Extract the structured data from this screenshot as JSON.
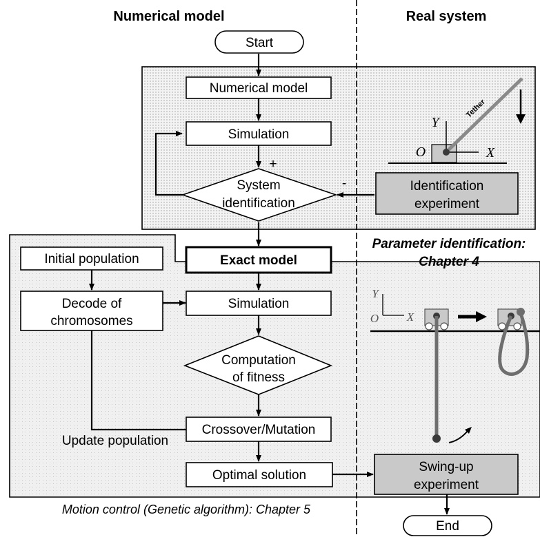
{
  "headers": {
    "left": "Numerical model",
    "right": "Real system"
  },
  "nodes": {
    "start": "Start",
    "numerical_model": "Numerical model",
    "simulation_top": "Simulation",
    "system_identification": [
      "System",
      "identification"
    ],
    "identification_experiment": [
      "Identification",
      "experiment"
    ],
    "exact_model": "Exact model",
    "initial_population": "Initial population",
    "decode_of_chromosomes": [
      "Decode of",
      "chromosomes"
    ],
    "simulation_bottom": "Simulation",
    "computation_of_fitness": [
      "Computation",
      "of fitness"
    ],
    "crossover_mutation": "Crossover/Mutation",
    "optimal_solution": "Optimal solution",
    "swing_up_experiment": [
      "Swing-up",
      "experiment"
    ],
    "end": "End"
  },
  "signs": {
    "plus": "+",
    "minus": "-"
  },
  "edge_labels": {
    "update_population": "Update population"
  },
  "captions": {
    "parameter_identification": [
      "Parameter identification:",
      "Chapter 4"
    ],
    "motion_control": "Motion control (Genetic algorithm): Chapter 5"
  },
  "illustration_top": {
    "axis_y": "Y",
    "axis_x": "X",
    "origin": "O",
    "tether_label": "Tether"
  },
  "illustration_bottom": {
    "axis_y": "Y",
    "axis_x": "X",
    "origin": "O"
  },
  "colors": {
    "region_fill": "#f0f0f0",
    "gray_box": "#c9c9c9",
    "tether": "#6e6e6e"
  }
}
